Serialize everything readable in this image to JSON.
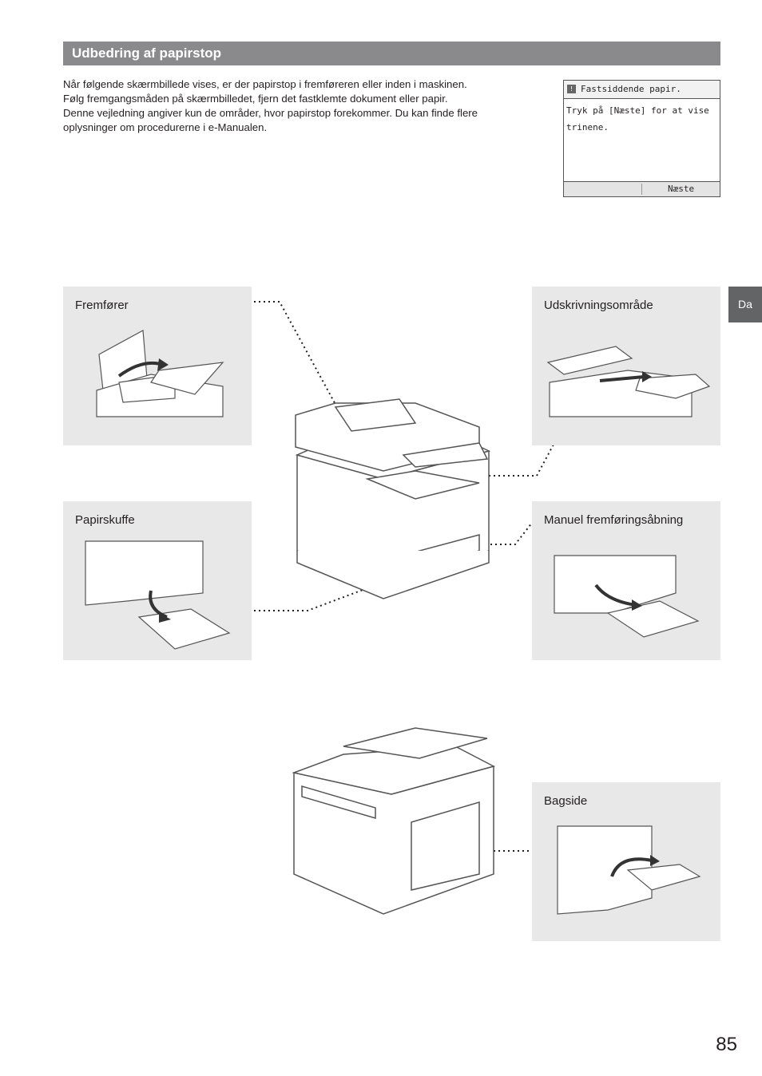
{
  "section": {
    "title": "Udbedring af papirstop"
  },
  "intro": {
    "lines": [
      "Når følgende skærmbillede vises, er der papirstop i fremføreren eller inden i maskinen.",
      "Følg fremgangsmåden på skærmbilledet, fjern det fastklemte dokument eller papir.",
      "Denne vejledning angiver kun de områder, hvor papirstop forekommer. Du kan finde flere",
      "oplysninger om procedurerne i e-Manualen."
    ]
  },
  "lcd": {
    "title": "Fastsiddende papir.",
    "message_lines": [
      "Tryk på [Næste] for at vise",
      "trinene."
    ],
    "button": "Næste"
  },
  "language_tab": "Da",
  "panels": {
    "feeder": "Fremfører",
    "output": "Udskrivningsområde",
    "paper_drawer": "Papirskuffe",
    "manual_feed": "Manuel fremføringsåbning",
    "back": "Bagside"
  },
  "page_number": "85"
}
